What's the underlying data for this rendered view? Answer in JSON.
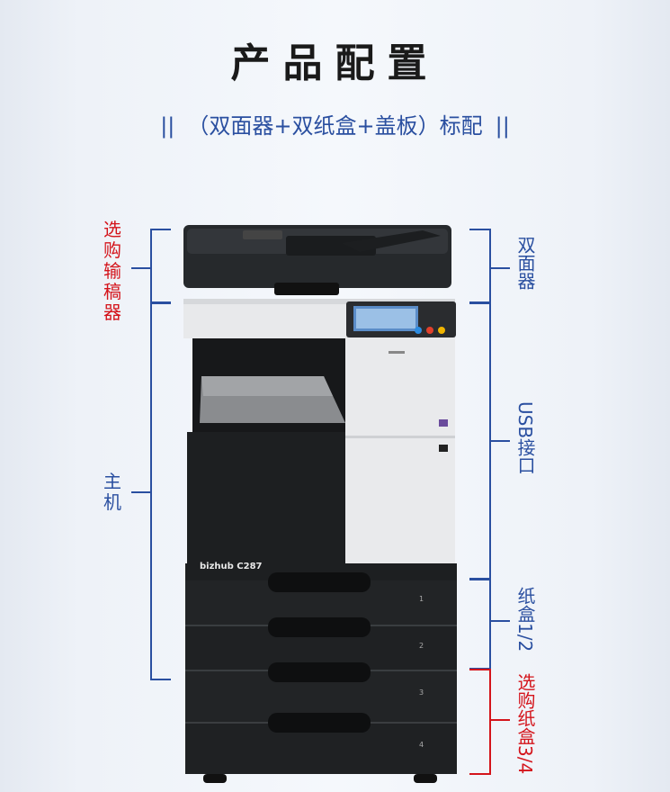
{
  "header": {
    "title": "产品配置",
    "bar_left": "||",
    "subtitle": "（双面器+双纸盒+盖板）标配",
    "bar_right": "||"
  },
  "labels": {
    "left_top": "选购输稿器",
    "left_main": "主机",
    "right_duplex": "双面器",
    "right_usb": "USB接口",
    "right_tray12": "纸盒1/2",
    "right_tray34": "选购纸盒3/4"
  },
  "printer": {
    "brand": "bizhub",
    "model": "C287",
    "tray_numbers": [
      "1",
      "2",
      "3",
      "4"
    ]
  },
  "colors": {
    "accent_blue": "#2a4fa0",
    "accent_red": "#d4141b"
  }
}
